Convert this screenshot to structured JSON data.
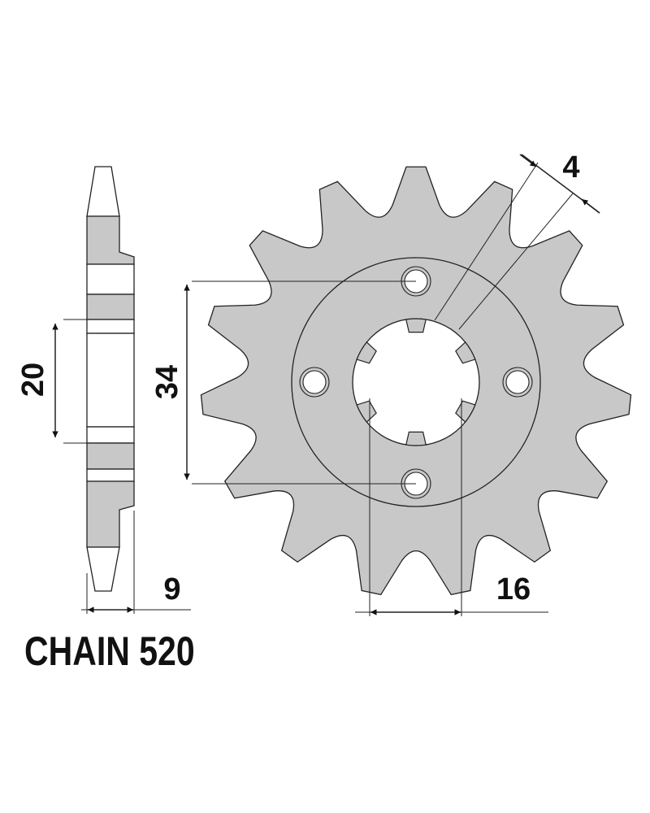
{
  "drawing": {
    "chain_label": "CHAIN 520",
    "teeth_count": 15,
    "dimensions": {
      "hub_width": "20",
      "bolt_spacing": "34",
      "thickness": "9",
      "spline_width": "16",
      "tooth_offset": "4"
    }
  },
  "colors": {
    "metal": "#c8c8c8",
    "line": "#222222",
    "background": "#ffffff"
  }
}
